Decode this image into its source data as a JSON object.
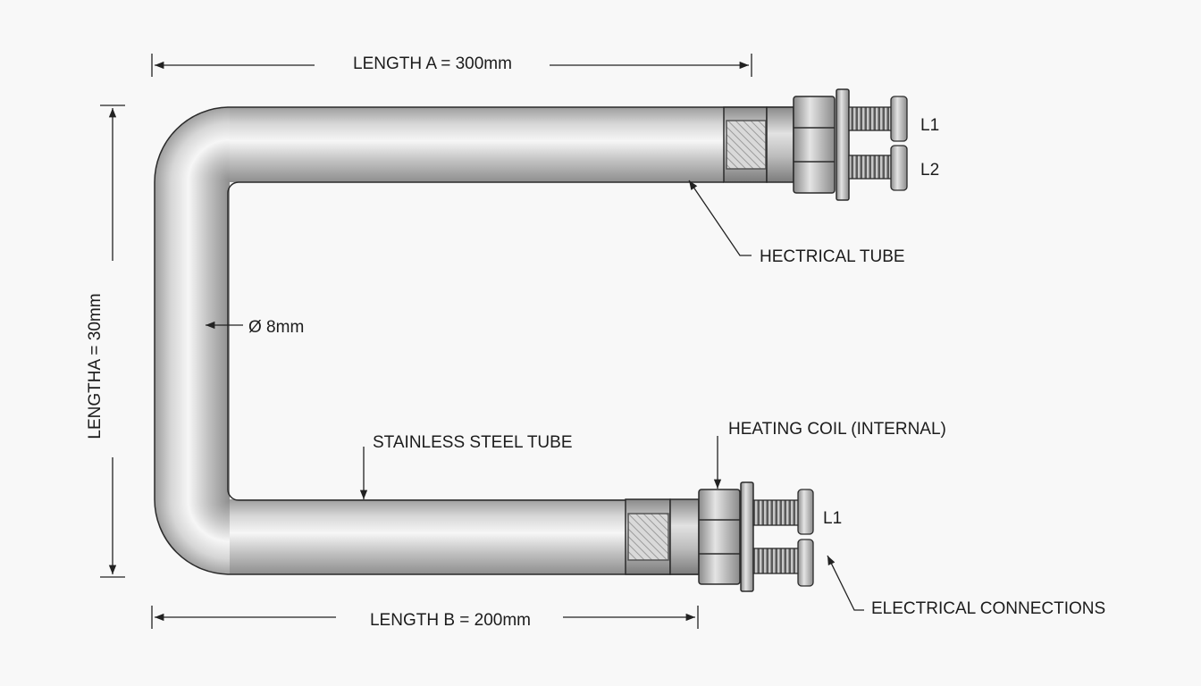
{
  "labels": {
    "length_a_top": "LENGTH A = 300mm",
    "length_a_side": "LENGTHA = 30mm",
    "length_b": "LENGTH B = 200mm",
    "diameter": "Ø 8mm",
    "hectrical_tube": "HECTRICAL TUBE",
    "stainless_steel_tube": "STAINLESS STEEL TUBE",
    "heating_coil": "HEATING COIL (INTERNAL)",
    "electrical_connections": "ELECTRICAL CONNECTIONS"
  },
  "terminals": {
    "top_l1": "L1",
    "top_l2": "L2",
    "bottom_l1": "L1"
  },
  "colors": {
    "background": "#f8f8f8",
    "tube_light": "#f3f3f3",
    "tube_dark": "#9a9a9a",
    "outline": "#2a2a2a"
  }
}
